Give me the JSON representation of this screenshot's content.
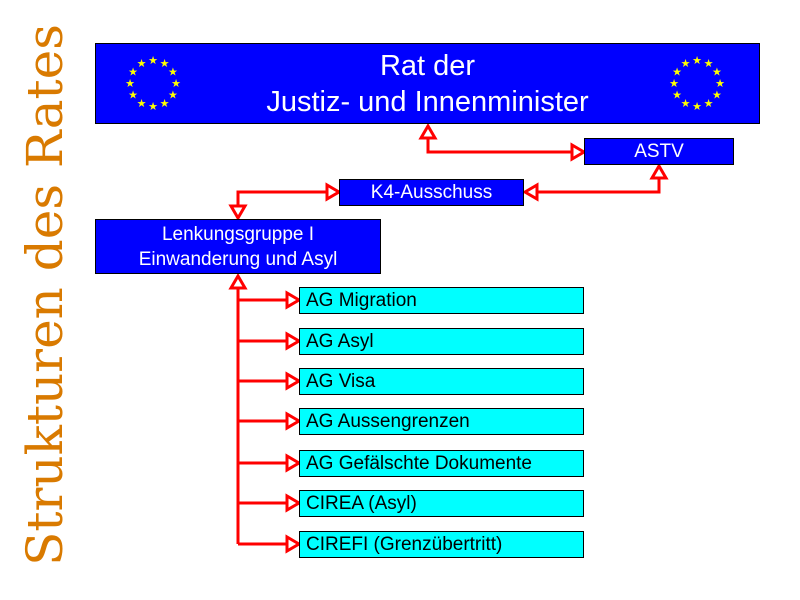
{
  "side_title": "Strukturen des Rates",
  "council": {
    "line1": "Rat der",
    "line2": "Justiz- und Innenminister"
  },
  "astv": "ASTV",
  "k4": "K4-Ausschuss",
  "steering": {
    "line1": "Lenkungsgruppe I",
    "line2": "Einwanderung und Asyl"
  },
  "groups": [
    "AG Migration",
    "AG Asyl",
    "AG Visa",
    "AG Aussengrenzen",
    "AG Gefälschte Dokumente",
    "CIREA  (Asyl)",
    "CIREFI (Grenzübertritt)"
  ],
  "colors": {
    "box_blue": "#0000ff",
    "box_cyan": "#00ffff",
    "arrow": "#ff0000",
    "title": "#d97a00",
    "stars": "#ffff00"
  }
}
